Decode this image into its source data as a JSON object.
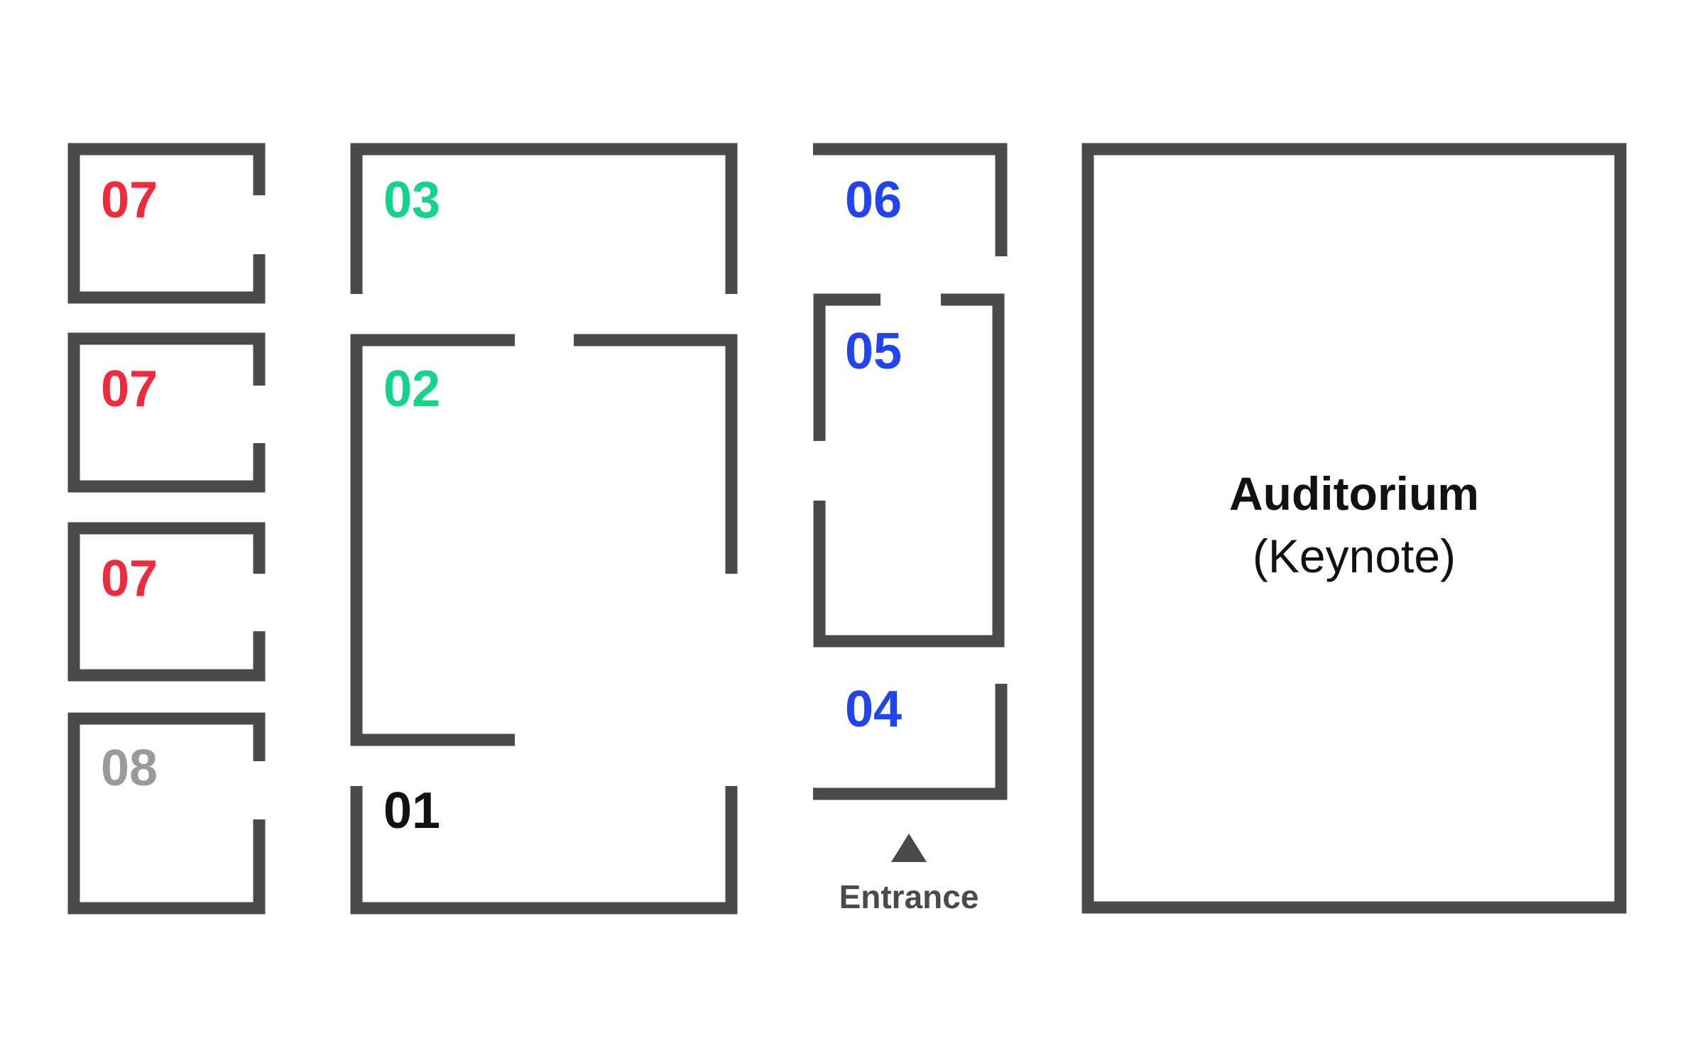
{
  "map": {
    "wall_color": "#4a4a4a",
    "background": "#ffffff",
    "rooms": [
      {
        "id": "room-07-a",
        "label": "07",
        "color": "#ee2a3c",
        "category": "red"
      },
      {
        "id": "room-07-b",
        "label": "07",
        "color": "#ee2a3c",
        "category": "red"
      },
      {
        "id": "room-07-c",
        "label": "07",
        "color": "#ee2a3c",
        "category": "red"
      },
      {
        "id": "room-08",
        "label": "08",
        "color": "#9a9a9a",
        "category": "gray"
      },
      {
        "id": "room-03",
        "label": "03",
        "color": "#14d48a",
        "category": "green"
      },
      {
        "id": "room-02",
        "label": "02",
        "color": "#14d48a",
        "category": "green"
      },
      {
        "id": "room-01",
        "label": "01",
        "color": "#111111",
        "category": "black"
      },
      {
        "id": "room-06",
        "label": "06",
        "color": "#2244ee",
        "category": "blue"
      },
      {
        "id": "room-05",
        "label": "05",
        "color": "#2244ee",
        "category": "blue"
      },
      {
        "id": "room-04",
        "label": "04",
        "color": "#2244ee",
        "category": "blue"
      }
    ],
    "auditorium": {
      "title": "Auditorium",
      "subtitle": "(Keynote)",
      "color": "#111111"
    },
    "entrance": {
      "label": "Entrance",
      "icon": "up-triangle-icon",
      "color": "#4a4a4a"
    }
  }
}
